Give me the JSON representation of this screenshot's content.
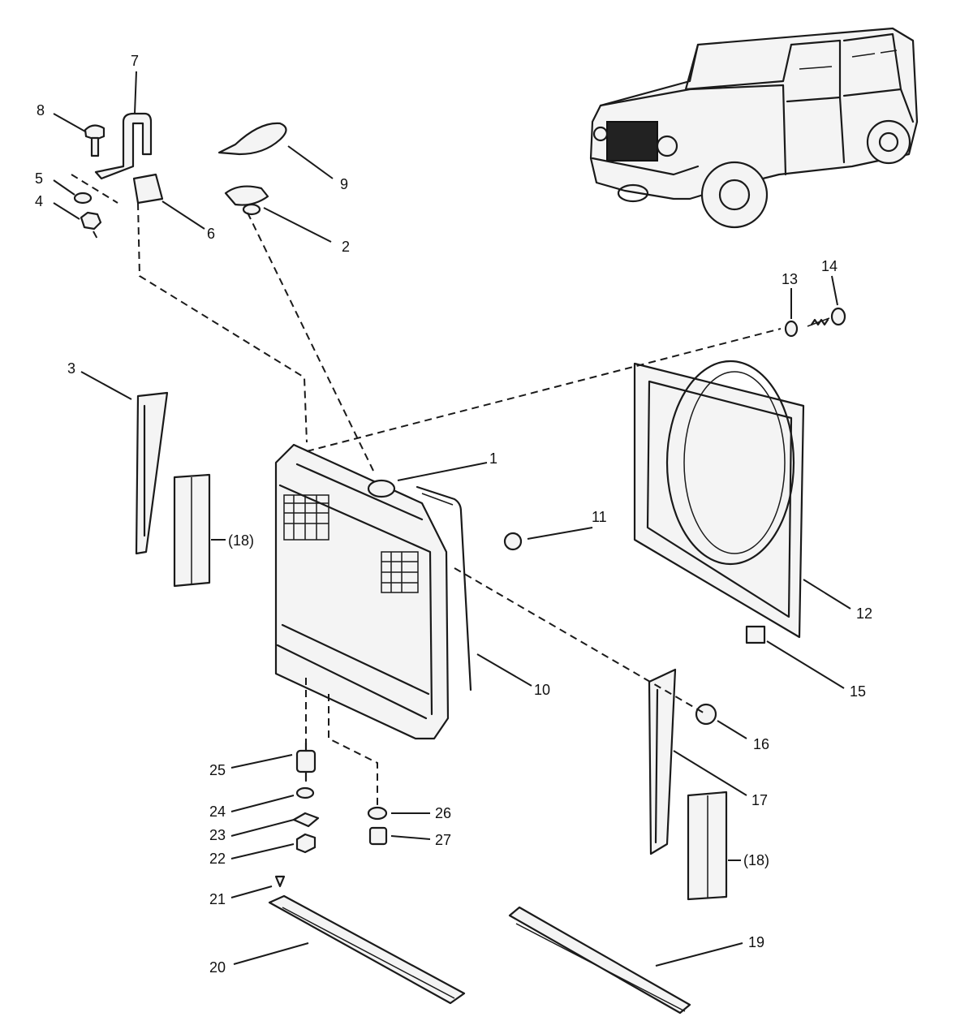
{
  "labels": {
    "c1": "1",
    "c2": "2",
    "c3": "3",
    "c4": "4",
    "c5": "5",
    "c6": "6",
    "c7": "7",
    "c8": "8",
    "c9": "9",
    "c10": "10",
    "c11": "11",
    "c12": "12",
    "c13": "13",
    "c14": "14",
    "c15": "15",
    "c16": "16",
    "c17": "17",
    "c18a": "(18)",
    "c18b": "(18)",
    "c19": "19",
    "c20": "20",
    "c21": "21",
    "c22": "22",
    "c23": "23",
    "c24": "24",
    "c25": "25",
    "c26": "26",
    "c27": "27"
  }
}
